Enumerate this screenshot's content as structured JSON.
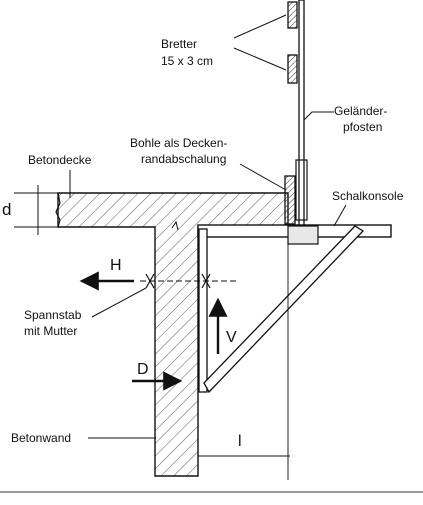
{
  "labels": {
    "bretter_line1": "Bretter",
    "bretter_line2": "15 x 3 cm",
    "gelaender_line1": "Geländer-",
    "gelaender_line2": "pfosten",
    "bohle_line1": "Bohle als Decken-",
    "bohle_line2": "randabschalung",
    "betondecke": "Betondecke",
    "schalkonsole": "Schalkonsole",
    "spannstab_line1": "Spannstab",
    "spannstab_line2": "mit Mutter",
    "betonwand": "Betonwand"
  },
  "symbols": {
    "d": "d",
    "H": "H",
    "V": "V",
    "D": "D",
    "l": "l"
  },
  "colors": {
    "line": "#111111",
    "hatch": "#555555",
    "frame": "#9a9a9a"
  }
}
